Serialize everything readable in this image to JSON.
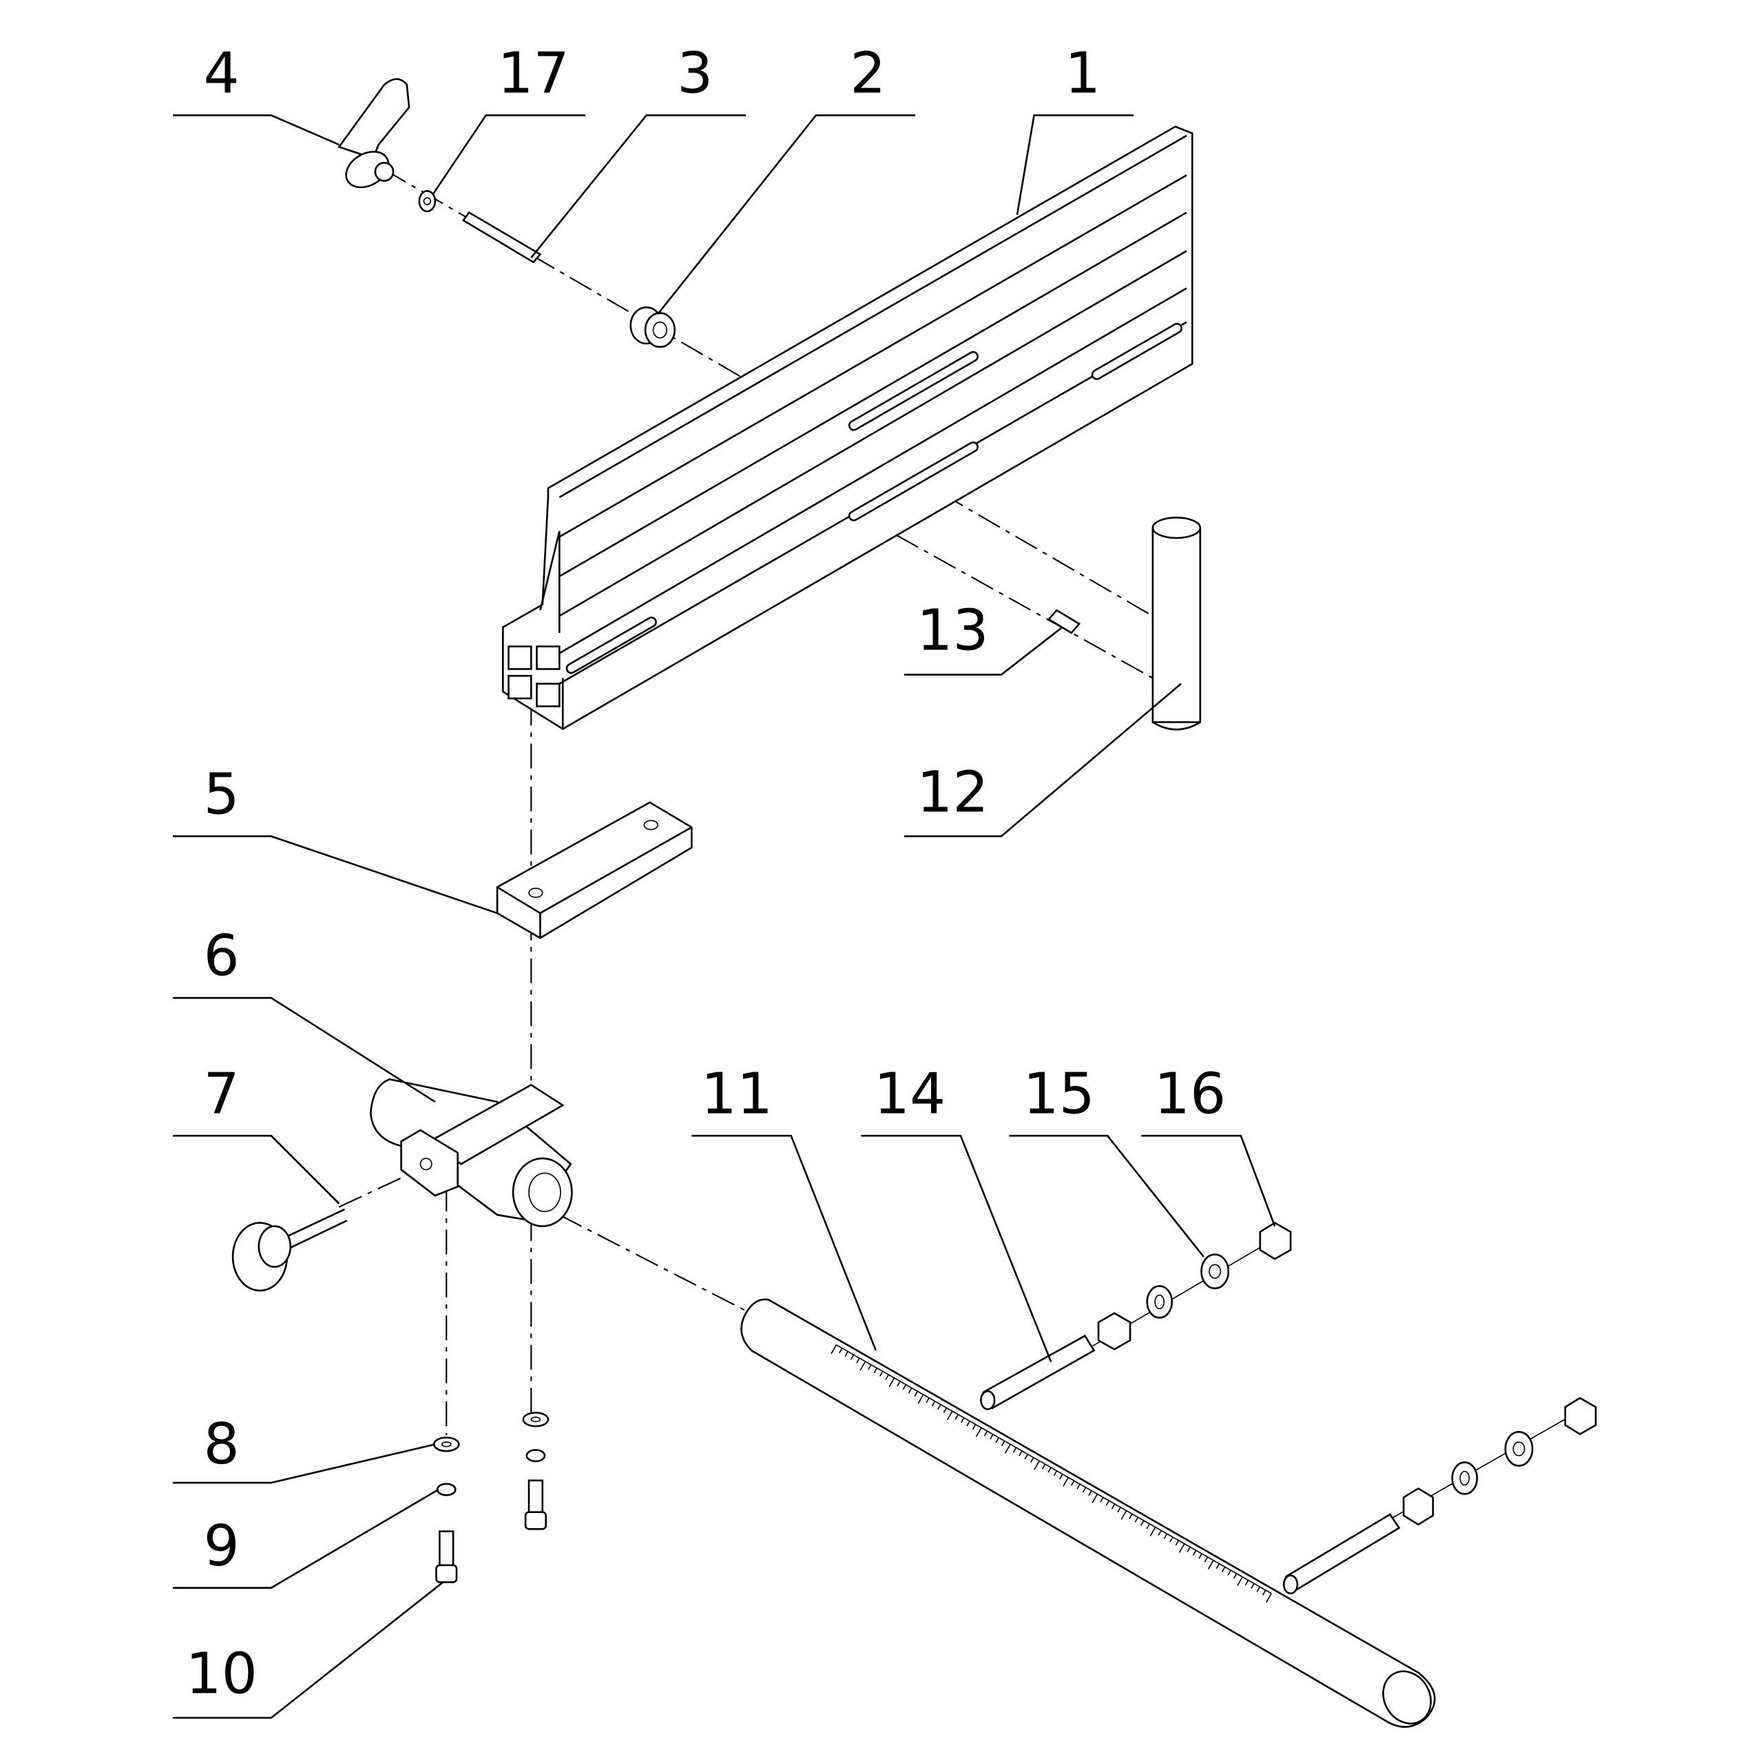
{
  "callouts": [
    {
      "id": "4",
      "label": "4"
    },
    {
      "id": "17",
      "label": "17"
    },
    {
      "id": "3",
      "label": "3"
    },
    {
      "id": "2",
      "label": "2"
    },
    {
      "id": "1",
      "label": "1"
    },
    {
      "id": "13",
      "label": "13"
    },
    {
      "id": "12",
      "label": "12"
    },
    {
      "id": "5",
      "label": "5"
    },
    {
      "id": "6",
      "label": "6"
    },
    {
      "id": "7",
      "label": "7"
    },
    {
      "id": "11",
      "label": "11"
    },
    {
      "id": "14",
      "label": "14"
    },
    {
      "id": "15",
      "label": "15"
    },
    {
      "id": "16",
      "label": "16"
    },
    {
      "id": "8",
      "label": "8"
    },
    {
      "id": "9",
      "label": "9"
    },
    {
      "id": "10",
      "label": "10"
    }
  ]
}
